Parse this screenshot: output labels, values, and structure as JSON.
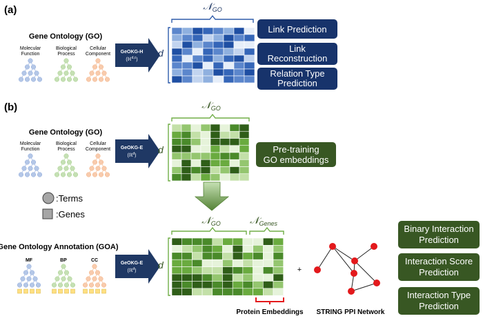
{
  "panel_a": {
    "label": "(a)",
    "go_title": "Gene Ontology (GO)",
    "subontologies": [
      "Molecular Function",
      "Biological Process",
      "Cellular Component"
    ],
    "arrow_label": "GeOKG-H",
    "arrow_sub": "(ℍ",
    "arrow_sub_sup": "d,c",
    "arrow_sub_end": ")",
    "matrix_top": "𝒩",
    "matrix_top_sub": "GO",
    "matrix_side": "d",
    "tasks": [
      {
        "lines": [
          "Link Prediction"
        ]
      },
      {
        "lines": [
          "Link",
          "Reconstruction"
        ]
      },
      {
        "lines": [
          "Relation Type",
          "Prediction"
        ]
      }
    ],
    "colors": {
      "dark": "#17336b",
      "blue_shades": [
        "#1f4fa3",
        "#3566b8",
        "#5b86cc",
        "#8fb0df",
        "#c2d4ef",
        "#e6eef9"
      ]
    }
  },
  "panel_b": {
    "label": "(b)",
    "go_title": "Gene Ontology (GO)",
    "subontologies": [
      "Molecular Function",
      "Biological Process",
      "Cellular Component"
    ],
    "arrow_label": "GeOKG-E",
    "arrow_sub": "(ℝ",
    "arrow_sub_sup": "d",
    "arrow_sub_end": ")",
    "matrix_top": "𝒩",
    "matrix_top_sub": "GO",
    "matrix_side": "d",
    "pretrain_lines": [
      "Pre-training",
      "GO embeddings"
    ],
    "legend_terms": ":Terms",
    "legend_genes": ":Genes",
    "goa_title": "Gene Ontology Annotation (GOA)",
    "goa_subs": [
      "MF",
      "BP",
      "CC"
    ],
    "arrow2_label": "GeOKG-E",
    "arrow2_sub": "(ℝ",
    "arrow2_sub_sup": "d",
    "arrow2_sub_end": ")",
    "matrix2_top_go": "𝒩",
    "matrix2_top_go_sub": "GO",
    "matrix2_top_genes": "𝒩",
    "matrix2_top_genes_sub": "Genes",
    "matrix2_side": "d",
    "plus": "+",
    "protein_embeddings": "Protein Embeddings",
    "ppi": "STRING PPI Network",
    "tasks": [
      {
        "lines": [
          "Binary Interaction",
          "Prediction"
        ]
      },
      {
        "lines": [
          "Interaction Score",
          "Prediction"
        ]
      },
      {
        "lines": [
          "Interaction Type",
          "Prediction"
        ]
      }
    ],
    "colors": {
      "dark_green": "#385723",
      "green_shades": [
        "#2f5e18",
        "#4a8a2a",
        "#6aab3f",
        "#94c66f",
        "#c3e0a8",
        "#e6f3da"
      ],
      "red": "#e3191c"
    }
  }
}
